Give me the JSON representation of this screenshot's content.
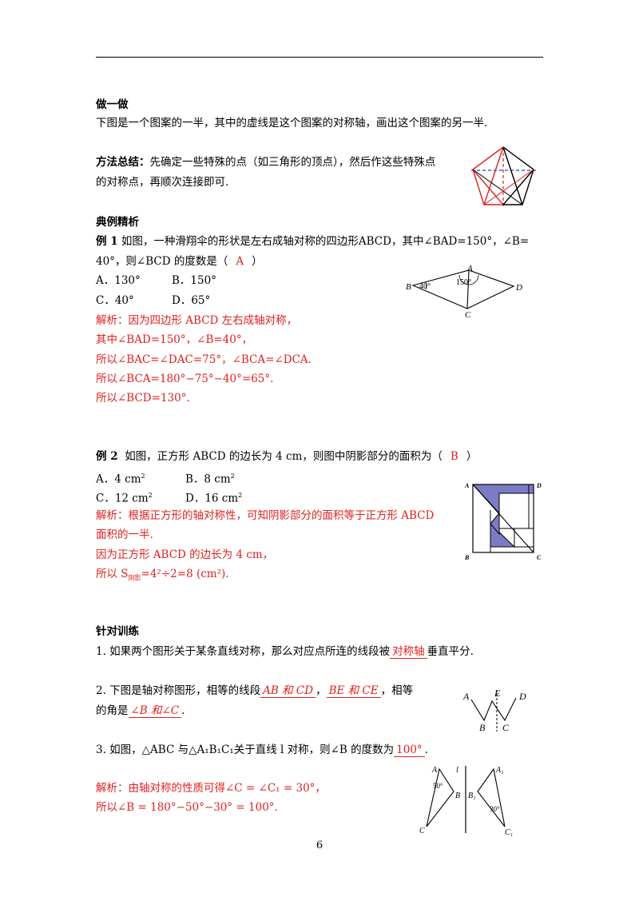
{
  "zuoyizuo": {
    "heading": "做一做",
    "text": "下图是一个图案的一半，其中的虚线是这个图案的对称轴，画出这个图案的另一半."
  },
  "method": {
    "label": "方法总结：",
    "line1": "先确定一些特殊的点（如三角形的顶点），然后作这些特殊点",
    "line2": "的对称点，再顺次连接即可."
  },
  "dianli": {
    "heading": "典例精析"
  },
  "example1": {
    "label": "例 1",
    "line1": "如图，一种滑翔伞的形状是左右成轴对称的四边形ABCD，其中∠BAD=150°，∠B=",
    "line2_pre": "40°，则∠BCD 的度数是（",
    "answer": "A",
    "line2_post": "）",
    "optA": "A．130°",
    "optB": "B．150°",
    "optC": "C．40°",
    "optD": "D．65°",
    "sol1": "解析：因为四边形 ABCD 左右成轴对称，",
    "sol2": "其中∠BAD=150°，∠B=40°，",
    "sol3": "所以∠BAC=∠DAC=75°，∠BCA=∠DCA.",
    "sol4": "所以∠BCA=180°−75°−40°=65°.",
    "sol5": "所以∠BCD=130°.",
    "fig": {
      "A": "A",
      "B": "B",
      "C": "C",
      "D": "D",
      "angle40": "40°",
      "angle150": "150°"
    }
  },
  "example2": {
    "label": "例 2",
    "line1_pre": "如图，正方形 ABCD 的边长为 4 cm，则图中阴影部分的面积为（",
    "answer": "B",
    "line1_post": "）",
    "optA": "A．4 cm",
    "optB": "B．8 cm",
    "optC": "C．12 cm",
    "optD": "D．16 cm",
    "sq": "2",
    "sol1": "解析：根据正方形的轴对称性，可知阴影部分的面积等于正方形 ABCD",
    "sol2": "面积的一半.",
    "sol3": "因为正方形  ABCD 的边长为  4 cm，",
    "sol4_pre": "所以  S",
    "sol4_sub": "阴影",
    "sol4_post": "=4²÷2=8 (cm²).",
    "fig": {
      "A": "A",
      "B": "B",
      "C": "C",
      "D": "D"
    }
  },
  "training": {
    "heading": "针对训练",
    "q1_pre": "1. 如果两个图形关于某条直线对称，那么对应点所连的线段被",
    "q1_blank": "对称轴",
    "q1_post": "垂直平分.",
    "q2_pre": "2. 下图是轴对称图形，相等的线段",
    "q2_blank1": "AB  和  CD",
    "q2_sep": "，",
    "q2_blank2": "BE  和  CE",
    "q2_post": "，相等",
    "q2_line2_pre": "的角是",
    "q2_blank3": "∠B  和∠C",
    "q2_line2_post": ".",
    "q2_fig": {
      "A": "A",
      "B": "B",
      "C": "C",
      "D": "D",
      "E": "E"
    },
    "q3_pre": "3. 如图，△ABC 与△A₁B₁C₁关于直线 l 对称，则∠B 的度数为",
    "q3_blank": "100°",
    "q3_post": ".",
    "q3_sol1": "解析：由轴对称的性质可得∠C = ∠C₁ = 30°，",
    "q3_sol2": "所以∠B = 180°−50°−30° = 100°.",
    "q3_fig": {
      "A": "A",
      "B": "B",
      "C": "C",
      "l": "l",
      "A1": "A₁",
      "B1": "B₁",
      "C1": "C₁",
      "a50": "50°",
      "a30": "30°"
    }
  },
  "page_number": "6",
  "colors": {
    "accent_red": "#e0201e",
    "shade": "#7b7bc6"
  }
}
